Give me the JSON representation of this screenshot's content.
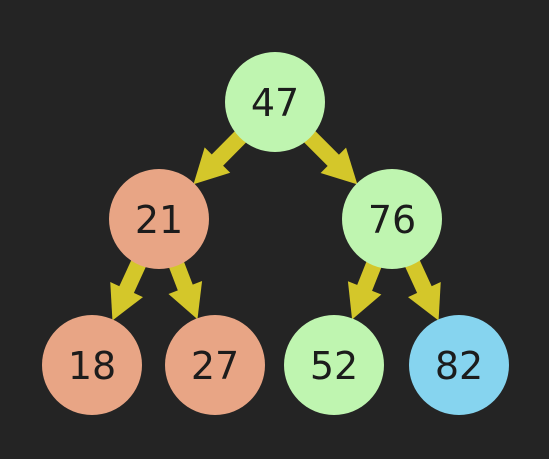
{
  "diagram": {
    "type": "binary-tree",
    "nodes": [
      {
        "id": "n47",
        "value": "47",
        "color": "#bff5b0"
      },
      {
        "id": "n21",
        "value": "21",
        "color": "#e8a585"
      },
      {
        "id": "n76",
        "value": "76",
        "color": "#bff5b0"
      },
      {
        "id": "n18",
        "value": "18",
        "color": "#e8a585"
      },
      {
        "id": "n27",
        "value": "27",
        "color": "#e8a585"
      },
      {
        "id": "n52",
        "value": "52",
        "color": "#bff5b0"
      },
      {
        "id": "n82",
        "value": "82",
        "color": "#86d4ef"
      }
    ],
    "edges": [
      {
        "from": "n47",
        "to": "n21"
      },
      {
        "from": "n47",
        "to": "n76"
      },
      {
        "from": "n21",
        "to": "n18"
      },
      {
        "from": "n21",
        "to": "n27"
      },
      {
        "from": "n76",
        "to": "n52"
      },
      {
        "from": "n76",
        "to": "n82"
      }
    ],
    "colors": {
      "background": "#242424",
      "arrow": "#d4c72a",
      "label": "#1c1c1c"
    }
  }
}
